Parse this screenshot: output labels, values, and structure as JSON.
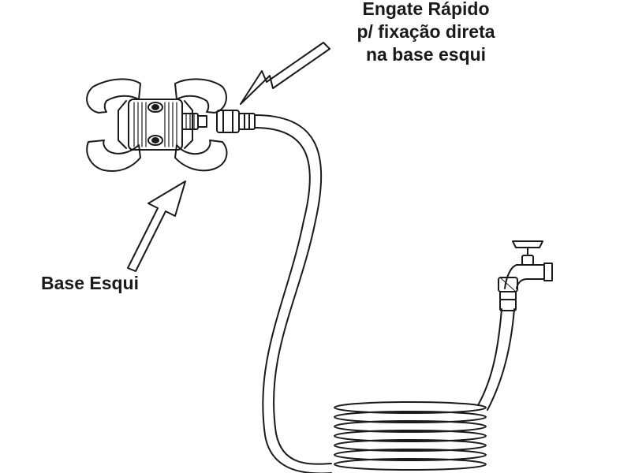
{
  "labels": {
    "engate_lines": [
      "Engate Rápido",
      "p/ fixação direta",
      "na base esqui"
    ],
    "base": "Base Esqui"
  },
  "colors": {
    "stroke": "#1a1a1a",
    "background": "#ffffff"
  }
}
